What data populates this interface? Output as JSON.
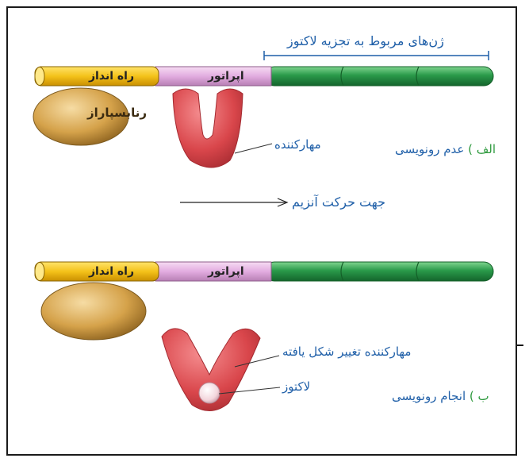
{
  "title": "ژن‌های مربوط به تجزیه لاکتوز",
  "direction_label": "جهت حرکت آنزیم",
  "panel_a": {
    "promoter": "راه انداز",
    "operator": "اپراتور",
    "rna_polymerase": "رنابسپاراز",
    "repressor": "مهارکننده",
    "state_letter": "الف )",
    "state_text": "عدم رونویسی"
  },
  "panel_b": {
    "promoter": "راه انداز",
    "operator": "اپراتور",
    "repressor_changed": "مهارکننده تغییر شکل یافته",
    "lactose": "لاکتوز",
    "state_letter": "ب )",
    "state_text": "انجام رونویسی"
  },
  "colors": {
    "promoter": "#f4c21a",
    "operator": "#e6b3e0",
    "genes": "#2a9a4a",
    "polymerase": "#c9953f",
    "repressor": "#d9464b",
    "label_blue": "#1f5fa8",
    "label_green": "#2e9a3e"
  }
}
